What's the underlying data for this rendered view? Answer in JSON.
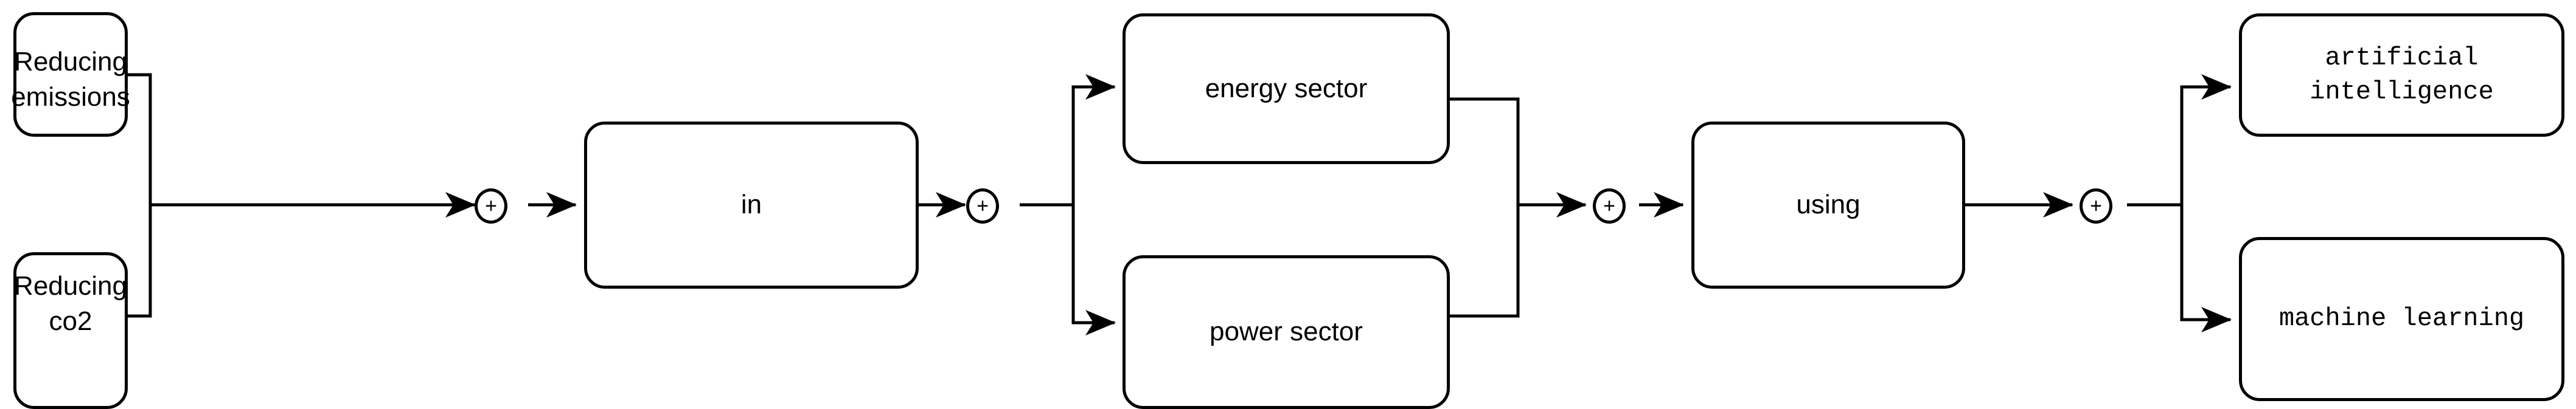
{
  "diagram": {
    "type": "flow-diagram",
    "background_color": "#ffffff",
    "line_color": "#000000",
    "orientation": "left-to-right",
    "junction_symbol": "+",
    "stages": [
      {
        "id": "stage-1-inputs",
        "kind": "parallel-branch",
        "nodes": [
          {
            "id": "reducing-emissions",
            "label": "Reducing emissions",
            "font": "sans"
          },
          {
            "id": "reducing-co2",
            "label": "Reducing co2",
            "font": "sans"
          }
        ]
      },
      {
        "id": "junction-1",
        "kind": "merge",
        "label": "+"
      },
      {
        "id": "stage-2-connector",
        "kind": "single",
        "nodes": [
          {
            "id": "in",
            "label": "in",
            "font": "sans"
          }
        ]
      },
      {
        "id": "junction-2",
        "kind": "split",
        "label": "+"
      },
      {
        "id": "stage-3-sectors",
        "kind": "parallel-branch",
        "nodes": [
          {
            "id": "energy-sector",
            "label": "energy sector",
            "font": "sans"
          },
          {
            "id": "power-sector",
            "label": "power sector",
            "font": "sans"
          }
        ]
      },
      {
        "id": "junction-3",
        "kind": "merge",
        "label": "+"
      },
      {
        "id": "stage-4-connector",
        "kind": "single",
        "nodes": [
          {
            "id": "using",
            "label": "using",
            "font": "sans"
          }
        ]
      },
      {
        "id": "junction-4",
        "kind": "split",
        "label": "+"
      },
      {
        "id": "stage-5-methods",
        "kind": "parallel-branch",
        "nodes": [
          {
            "id": "artificial-intelligence",
            "label": "artificial\nintelligence",
            "font": "mono"
          },
          {
            "id": "machine-learning",
            "label": "machine learning",
            "font": "mono"
          }
        ]
      }
    ]
  },
  "nodes": {
    "reducing_emissions": "Reducing emissions",
    "reducing_co2": "Reducing co2",
    "in": "in",
    "energy_sector": "energy sector",
    "power_sector": "power sector",
    "using": "using",
    "artificial_intelligence": "artificial\nintelligence",
    "machine_learning": "machine learning"
  },
  "junctions": {
    "j1": "+",
    "j2": "+",
    "j3": "+",
    "j4": "+"
  }
}
